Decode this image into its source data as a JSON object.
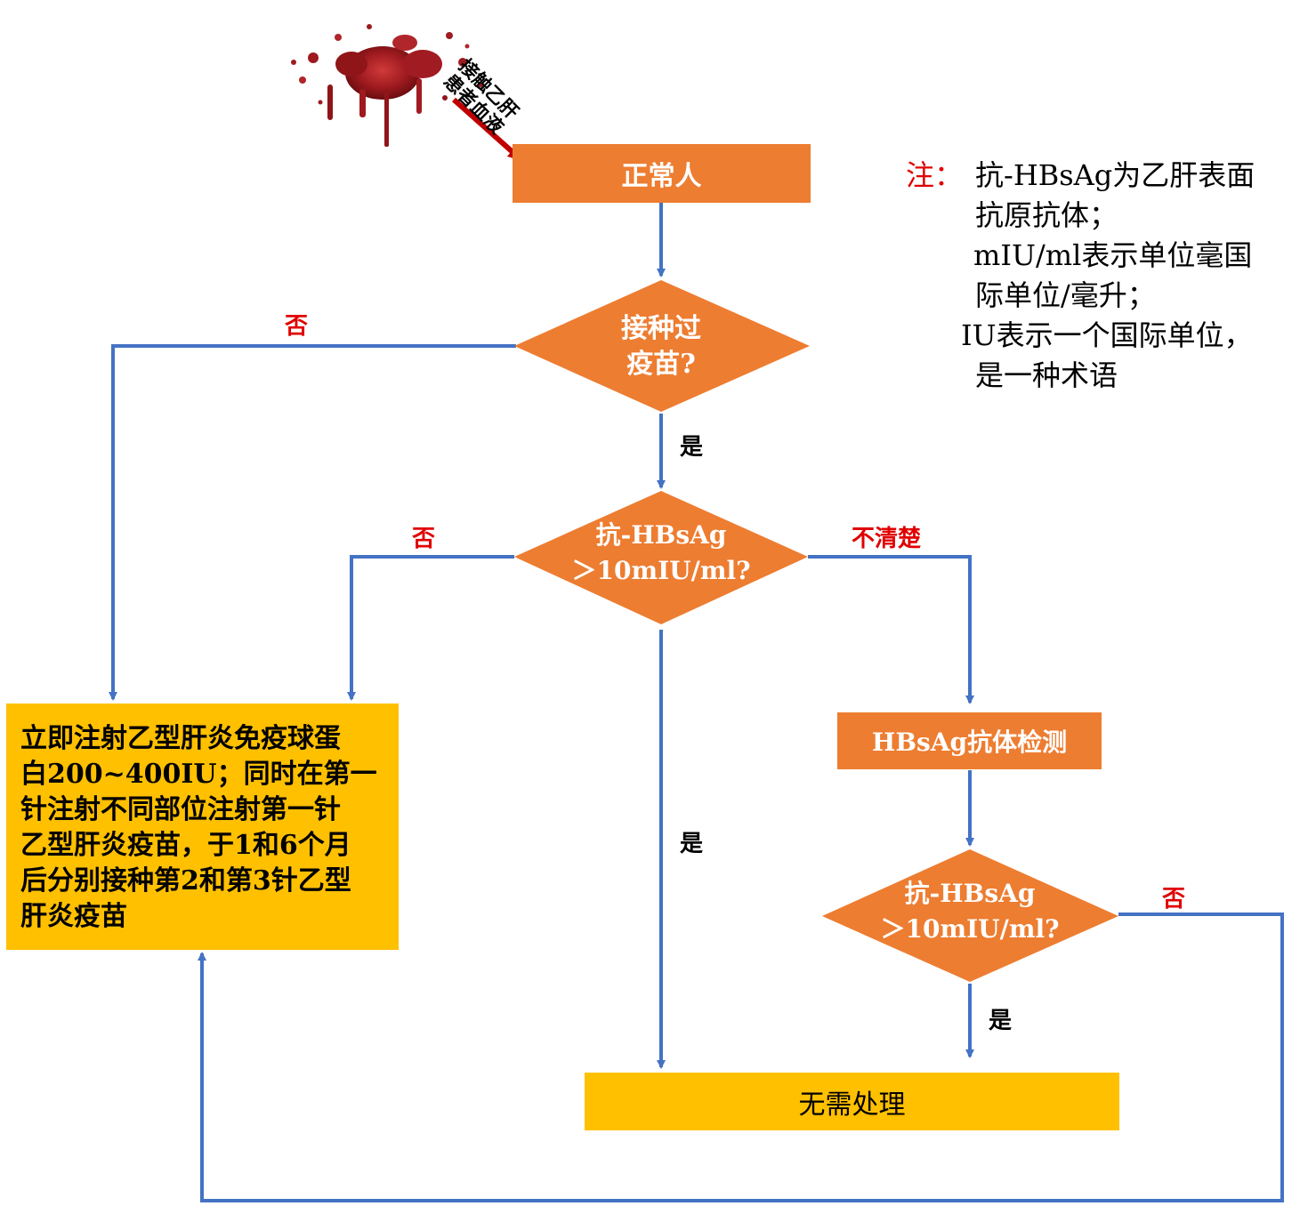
{
  "start": {
    "blood_label_line1": "接触乙肝",
    "blood_label_line2": "患者血液"
  },
  "nodes": {
    "normal_person": "正常人",
    "vaccinated_q_line1": "接种过",
    "vaccinated_q_line2": "疫苗?",
    "titer_q1_line1": "抗-HBsAg",
    "titer_q1_line2": "＞10mIU/ml?",
    "antibody_test": "HBsAg抗体检测",
    "titer_q2_line1": "抗-HBsAg",
    "titer_q2_line2": "＞10mIU/ml?",
    "no_treatment": "无需处理",
    "treatment_lines": [
      "立即注射乙型肝炎免疫球蛋",
      "白200~400IU；同时在第一",
      "针注射不同部位注射第一针",
      "乙型肝炎疫苗，于1和6个月",
      "后分别接种第2和第3针乙型",
      "肝炎疫苗"
    ]
  },
  "edge_labels": {
    "no_vaccine": "否",
    "yes_vaccine": "是",
    "no_titer1": "否",
    "unclear_titer1": "不清楚",
    "yes_titer1": "是",
    "no_titer2": "否",
    "yes_titer2": "是"
  },
  "note": {
    "prefix": "注：",
    "lines": [
      "抗-HBsAg为乙肝表面",
      "抗原抗体；",
      "mIU/ml表示单位毫国",
      "际单位/毫升；",
      "IU表示一个国际单位，",
      "是一种术语"
    ]
  },
  "colors": {
    "orange": "#ed7d31",
    "yellow": "#ffc000",
    "arrow": "#4472c4",
    "red_label": "#e00000",
    "blood": "#9e1a1f"
  }
}
